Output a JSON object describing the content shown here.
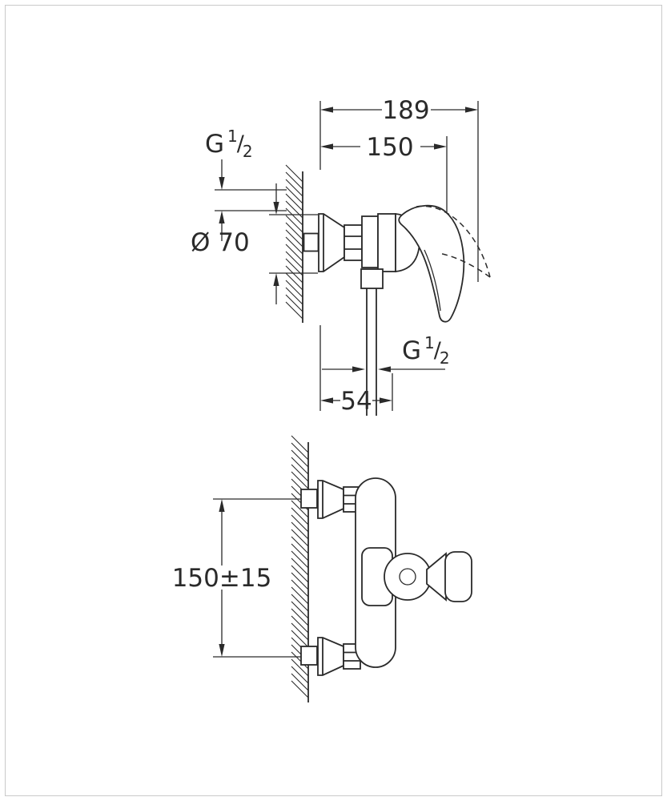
{
  "page": {
    "background": "#ffffff",
    "border_color": "#c9c9c9",
    "line_color": "#2a2a2a"
  },
  "top_view": {
    "dim_total_depth": "189",
    "dim_body_depth": "150",
    "inlet_thread": {
      "base": "G",
      "numerator": "1",
      "slash": "/",
      "denominator": "2"
    },
    "dim_escutcheon_diameter": "Ø 70",
    "outlet_thread": {
      "base": "G",
      "numerator": "1",
      "slash": "/",
      "denominator": "2"
    },
    "dim_outlet_offset": "54"
  },
  "front_view": {
    "dim_center_distance": "150±15"
  }
}
